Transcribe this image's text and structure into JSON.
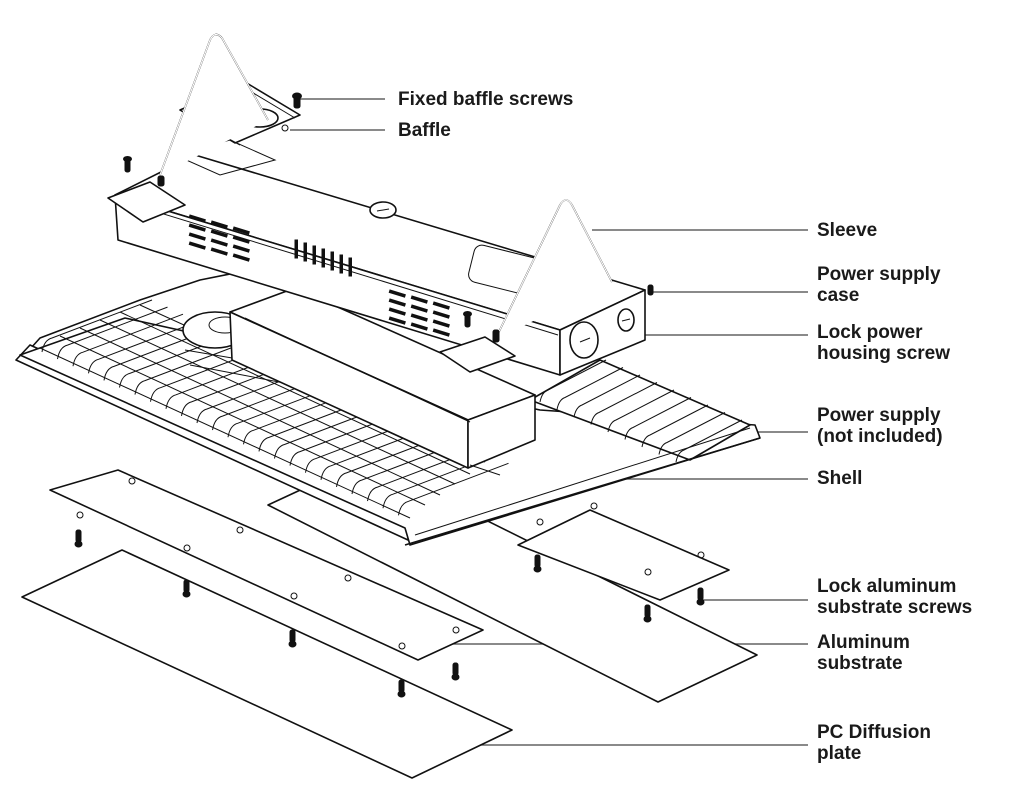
{
  "diagram": {
    "title": "Exploded view of LED linear high bay fixture",
    "labels": [
      {
        "id": "fixed-baffle-screws",
        "text": "Fixed baffle screws"
      },
      {
        "id": "baffle",
        "text": "Baffle"
      },
      {
        "id": "sleeve",
        "text": "Sleeve"
      },
      {
        "id": "power-supply-case",
        "text": "Power supply\ncase"
      },
      {
        "id": "lock-power-housing-screw",
        "text": "Lock power\nhousing screw"
      },
      {
        "id": "power-supply",
        "text": "Power supply\n(not included)"
      },
      {
        "id": "shell",
        "text": "Shell"
      },
      {
        "id": "lock-aluminum-substrate-screws",
        "text": "Lock aluminum\nsubstrate screws"
      },
      {
        "id": "aluminum-substrate",
        "text": "Aluminum\nsubstrate"
      },
      {
        "id": "pc-diffusion-plate",
        "text": "PC Diffusion\nplate"
      }
    ]
  }
}
